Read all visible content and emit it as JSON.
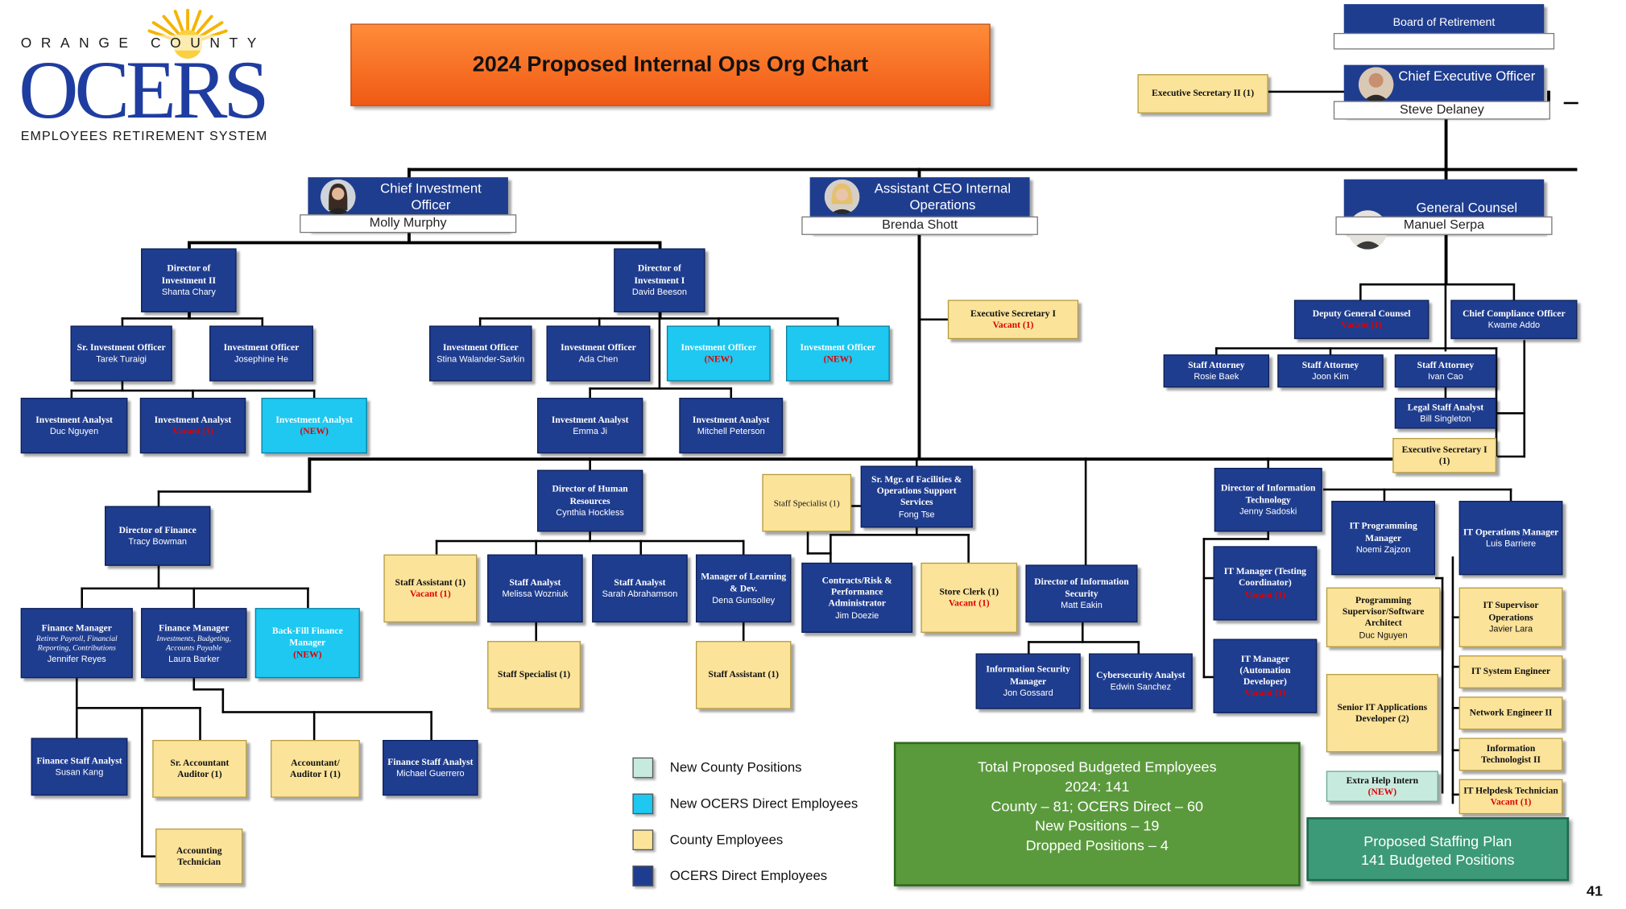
{
  "header": {
    "logo_top": "ORANGE COUNTY",
    "logo_main": "OCERS",
    "logo_sub": "EMPLOYEES RETIREMENT SYSTEM",
    "title": "2024 Proposed Internal Ops Org Chart",
    "page_number": "41"
  },
  "colors": {
    "ocers_direct": "#1f3d8f",
    "new_ocers_direct": "#1ec8f0",
    "county": "#fbe39a",
    "new_county": "#c7eadf",
    "vacant_text": "#e00000",
    "summary_green": "#5a9a3c",
    "plan_teal": "#3c9a78"
  },
  "executives": {
    "board": "Board of Retirement",
    "ceo_title": "Chief Executive Officer",
    "ceo_name": "Steve Delaney",
    "cio_title": "Chief Investment Officer",
    "cio_name": "Molly Murphy",
    "aceo_title": "Assistant CEO Internal Operations",
    "aceo_name": "Brenda Shott",
    "gc_title": "General Counsel",
    "gc_name": "Manuel Serpa"
  },
  "nodes": {
    "exec_sec_ii": {
      "title": "Executive Secretary II (1)"
    },
    "dir_inv_ii": {
      "title": "Director of Investment II",
      "name": "Shanta Chary"
    },
    "dir_inv_i": {
      "title": "Director of Investment I",
      "name": "David Beeson"
    },
    "sr_inv_off": {
      "title": "Sr. Investment Officer",
      "name": "Tarek Turaigi"
    },
    "inv_off_he": {
      "title": "Investment Officer",
      "name": "Josephine He"
    },
    "inv_off_sarkin": {
      "title": "Investment Officer",
      "name": "Stina Walander-Sarkin"
    },
    "inv_off_chen": {
      "title": "Investment Officer",
      "name": "Ada Chen"
    },
    "inv_off_new1": {
      "title": "Investment Officer",
      "status": "(NEW)"
    },
    "inv_off_new2": {
      "title": "Investment Officer",
      "status": "(NEW)"
    },
    "ia_nguyen": {
      "title": "Investment Analyst",
      "name": "Duc Nguyen"
    },
    "ia_vacant": {
      "title": "Investment Analyst",
      "status": "Vacant (1)"
    },
    "ia_new": {
      "title": "Investment Analyst",
      "status": "(NEW)"
    },
    "ia_ji": {
      "title": "Investment Analyst",
      "name": "Emma Ji"
    },
    "ia_peterson": {
      "title": "Investment Analyst",
      "name": "Mitchell Peterson"
    },
    "exec_sec_i_aceo": {
      "title": "Executive Secretary I",
      "status": "Vacant (1)"
    },
    "dir_finance": {
      "title": "Director of Finance",
      "name": "Tracy Bowman"
    },
    "dir_hr": {
      "title": "Director of Human Resources",
      "name": "Cynthia Hockless"
    },
    "staff_specialist_fac": {
      "title": "Staff Specialist (1)"
    },
    "sr_mgr_fac": {
      "title": "Sr. Mgr. of Facilities & Operations Support Services",
      "name": "Fong Tse"
    },
    "dir_it": {
      "title": "Director of Information Technology",
      "name": "Jenny Sadoski"
    },
    "fm_1": {
      "title": "Finance Manager",
      "desc": "Retiree Payroll, Financial Reporting, Contributions",
      "name": "Jennifer Reyes"
    },
    "fm_2": {
      "title": "Finance Manager",
      "desc": "Investments, Budgeting, Accounts Payable",
      "name": "Laura Barker"
    },
    "fm_backfill": {
      "title": "Back-Fill Finance Manager",
      "status": "(NEW)"
    },
    "fin_staff_kang": {
      "title": "Finance Staff Analyst",
      "name": "Susan Kang"
    },
    "sr_accountant": {
      "title": "Sr. Accountant Auditor (1)"
    },
    "accountant": {
      "title": "Accountant/ Auditor I (1)"
    },
    "fin_staff_guerrero": {
      "title": "Finance Staff Analyst",
      "name": "Michael Guerrero"
    },
    "acct_tech": {
      "title": "Accounting Technician"
    },
    "hr_staff_asst": {
      "title": "Staff Assistant (1)",
      "status": "Vacant (1)"
    },
    "hr_sa_wozniuk": {
      "title": "Staff Analyst",
      "name": "Melissa Wozniuk"
    },
    "hr_sa_abrahamson": {
      "title": "Staff Analyst",
      "name": "Sarah Abrahamson"
    },
    "mgr_learning": {
      "title": "Manager of Learning & Dev.",
      "name": "Dena Gunsolley"
    },
    "hr_staff_specialist": {
      "title": "Staff Specialist (1)"
    },
    "hr_staff_asst2": {
      "title": "Staff Assistant (1)"
    },
    "contracts_risk": {
      "title": "Contracts/Risk & Performance Administrator",
      "name": "Jim Doezie"
    },
    "store_clerk": {
      "title": "Store Clerk (1)",
      "status": "Vacant (1)"
    },
    "dir_infosec": {
      "title": "Director of Information Security",
      "name": "Matt Eakin"
    },
    "infosec_mgr": {
      "title": "Information Security Manager",
      "name": "Jon Gossard"
    },
    "cyber_analyst": {
      "title": "Cybersecurity Analyst",
      "name": "Edwin Sanchez"
    },
    "it_mgr_testing": {
      "title": "IT Manager (Testing Coordinator)",
      "status": "Vacant (1)"
    },
    "it_mgr_auto": {
      "title": "IT Manager (Automation Developer)",
      "status": "Vacant (1)"
    },
    "it_prog_mgr": {
      "title": "IT Programming Manager",
      "name": "Noemi Zajzon"
    },
    "it_ops_mgr": {
      "title": "IT Operations Manager",
      "name": "Luis Barriere"
    },
    "prog_sup": {
      "title": "Programming Supervisor/Software Architect",
      "name": "Duc Nguyen"
    },
    "sr_it_apps": {
      "title": "Senior IT Applications Developer (2)"
    },
    "extra_help": {
      "title": "Extra Help Intern",
      "status": "(NEW)"
    },
    "it_sup_ops": {
      "title": "IT Supervisor Operations",
      "name": "Javier Lara"
    },
    "it_sys_eng": {
      "title": "IT System Engineer"
    },
    "net_eng": {
      "title": "Network Engineer II"
    },
    "info_tech": {
      "title": "Information Technologist II"
    },
    "it_helpdesk": {
      "title": "IT Helpdesk Technician",
      "status": "Vacant (1)"
    },
    "dep_gc": {
      "title": "Deputy General Counsel",
      "status": "Vacant (1)"
    },
    "cco": {
      "title": "Chief Compliance Officer",
      "name": "Kwame Addo"
    },
    "atty_baek": {
      "title": "Staff Attorney",
      "name": "Rosie Baek"
    },
    "atty_kim": {
      "title": "Staff Attorney",
      "name": "Joon Kim"
    },
    "atty_cao": {
      "title": "Staff Attorney",
      "name": "Ivan Cao"
    },
    "legal_analyst": {
      "title": "Legal Staff Analyst",
      "name": "Bill Singleton"
    },
    "exec_sec_i_legal": {
      "title": "Executive Secretary I (1)"
    }
  },
  "legend": [
    {
      "label": "New County Positions",
      "color": "#c7eadf"
    },
    {
      "label": "New OCERS Direct Employees",
      "color": "#1ec8f0"
    },
    {
      "label": "County Employees",
      "color": "#fbe39a"
    },
    {
      "label": "OCERS Direct Employees",
      "color": "#1f3d8f"
    }
  ],
  "summary": {
    "heading": "Total Proposed Budgeted Employees",
    "year_line": "2024: 141",
    "split_line": "County – 81; OCERS Direct – 60",
    "new_line": "New Positions – 19",
    "dropped_line": "Dropped Positions – 4"
  },
  "plan": {
    "line1": "Proposed Staffing Plan",
    "line2": "141 Budgeted Positions"
  }
}
